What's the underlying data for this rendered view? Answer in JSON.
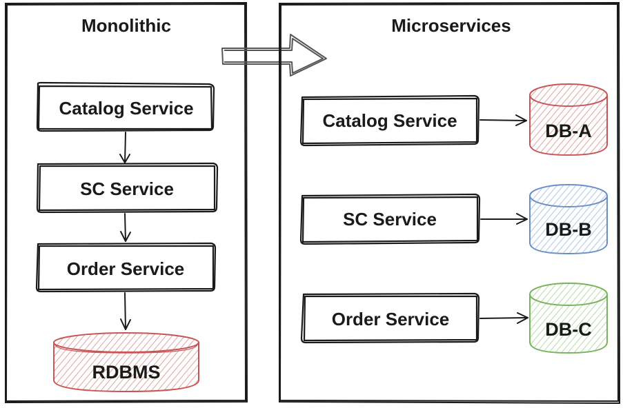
{
  "monolithic": {
    "title": "Monolithic",
    "services": [
      "Catalog Service",
      "SC Service",
      "Order Service"
    ],
    "database": "RDBMS"
  },
  "microservices": {
    "title": "Microservices",
    "services": [
      {
        "name": "Catalog Service",
        "database": "DB-A"
      },
      {
        "name": "SC Service",
        "database": "DB-B"
      },
      {
        "name": "Order Service",
        "database": "DB-C"
      }
    ]
  },
  "colors": {
    "rdbms": "#c85555",
    "db_a": "#c85555",
    "db_b": "#6a8fc8",
    "db_c": "#78b35c",
    "ink": "#1a1a1a"
  }
}
